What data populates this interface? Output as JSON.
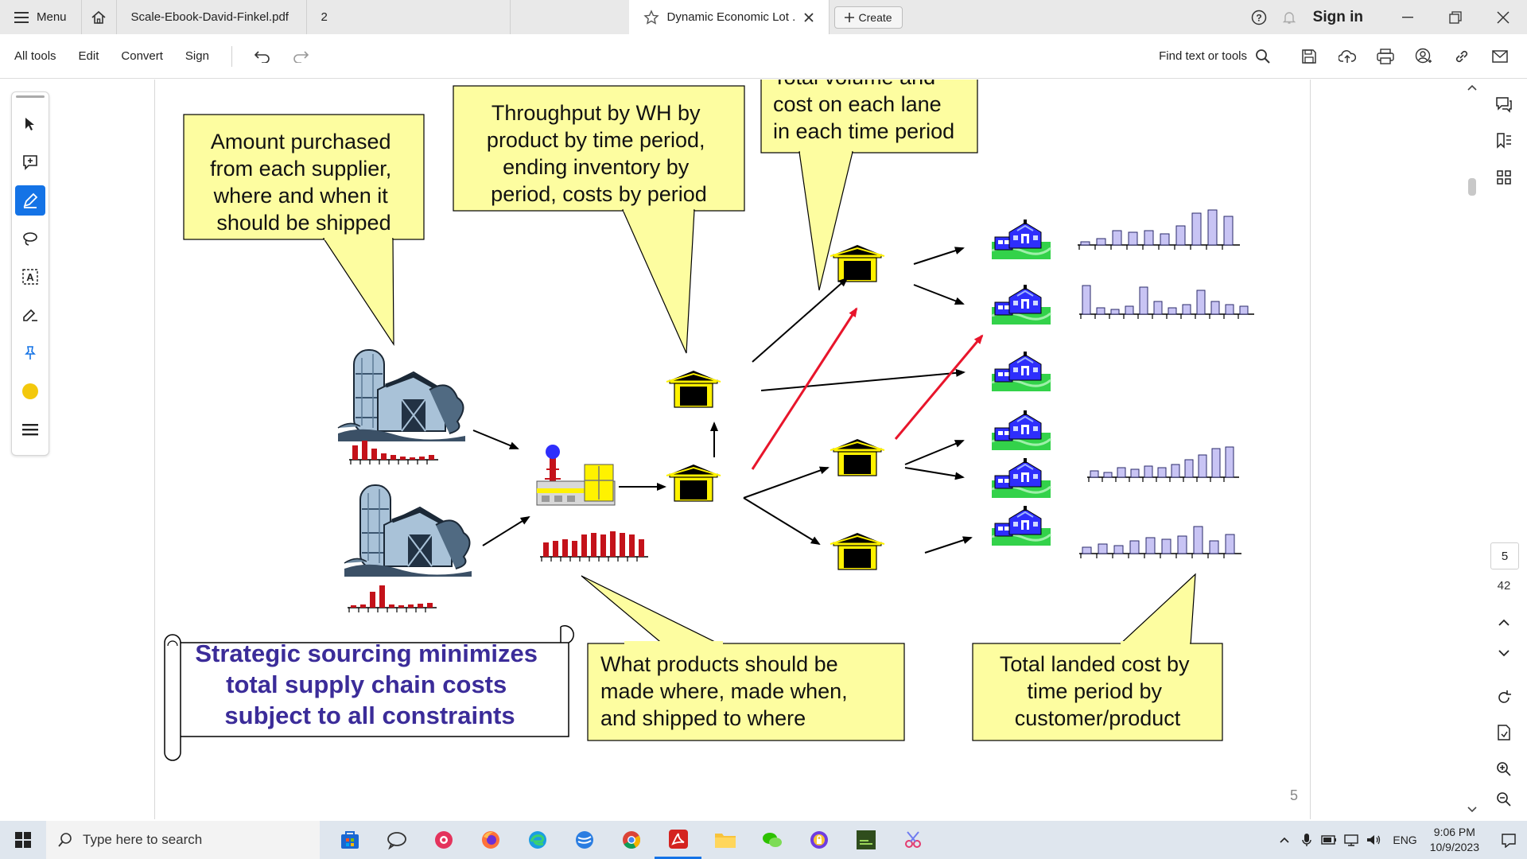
{
  "titlebar": {
    "menu_label": "Menu",
    "tabs": [
      {
        "label": "Scale-Ebook-David-Finkel.pdf"
      },
      {
        "label": "2"
      },
      {
        "label": "Dynamic Economic Lot ..."
      }
    ],
    "create_label": "Create",
    "signin_label": "Sign in"
  },
  "toolbar": {
    "menus": [
      "All tools",
      "Edit",
      "Convert",
      "Sign"
    ],
    "find_label": "Find text or tools"
  },
  "slide": {
    "callouts": {
      "supplier": [
        "Amount purchased",
        "from each supplier,",
        "where and when it",
        "should be shipped"
      ],
      "warehouse": [
        "Throughput by WH by",
        "product by time period,",
        "ending inventory by",
        "period, costs by period"
      ],
      "lanes": [
        "Total volume and",
        "cost on each lane",
        "in each time period"
      ],
      "production": [
        "What products should be",
        "made where, made when,",
        "and shipped to where"
      ],
      "landed": [
        "Total landed cost by",
        "time period by",
        "customer/product"
      ]
    },
    "scroll_banner": [
      "Strategic sourcing minimizes",
      "total supply chain costs",
      "subject to all constraints"
    ],
    "page_label": "5",
    "colors": {
      "callout_fill": "#fdfda0",
      "banner_text": "#3b2c99",
      "red_bars": "#c4121a",
      "purple_bars": "#c8c4f4",
      "red_arrows": "#e8152b"
    }
  },
  "right_rail": {
    "current_page": "5",
    "total_pages": "42"
  },
  "taskbar": {
    "search_placeholder": "Type here to search",
    "language": "ENG",
    "time": "9:06 PM",
    "date": "10/9/2023"
  }
}
